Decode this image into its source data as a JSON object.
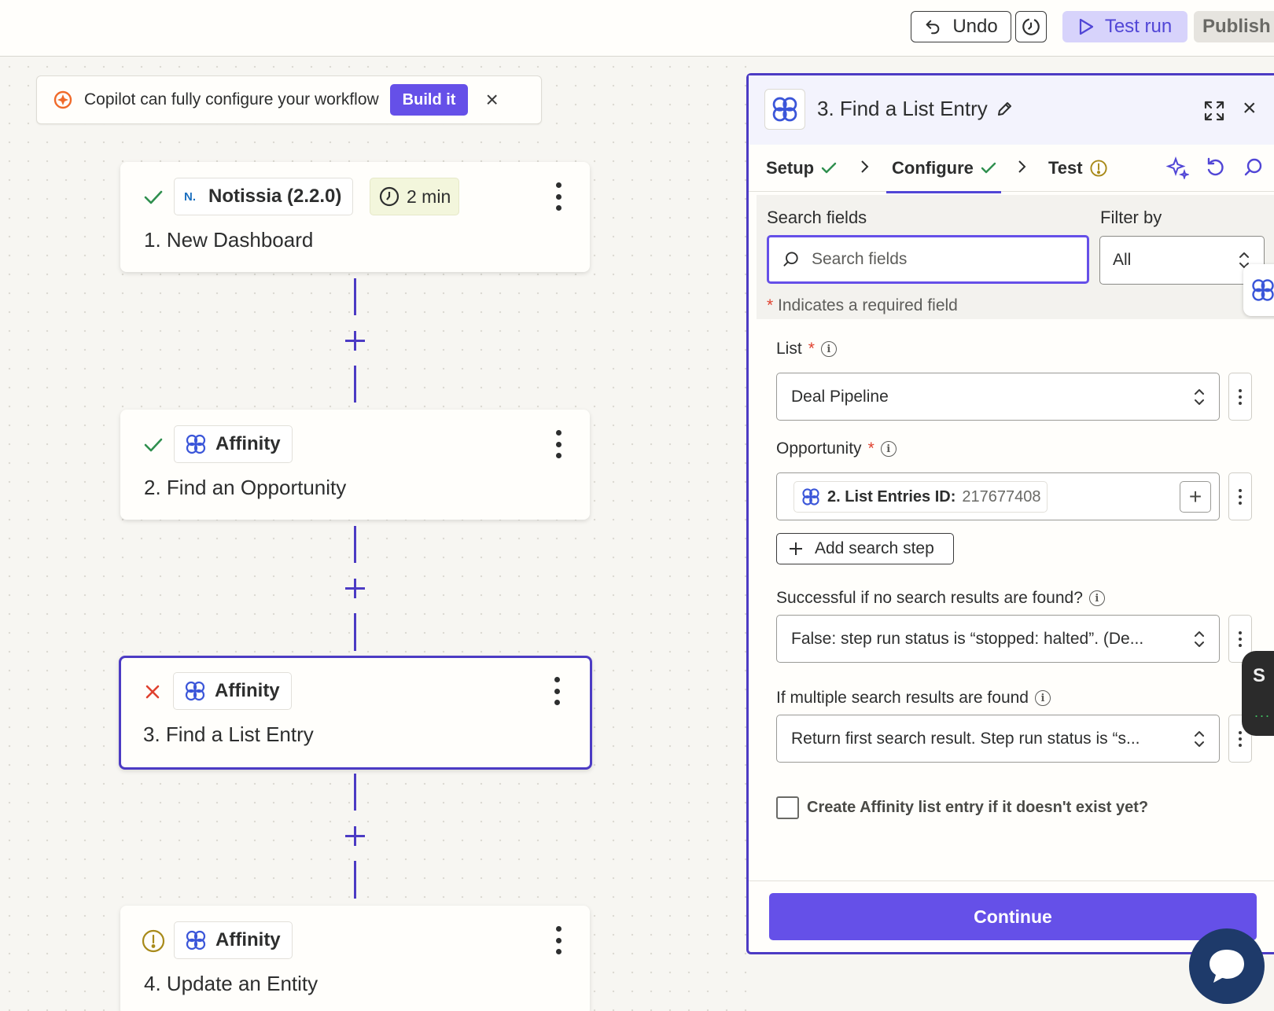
{
  "topbar": {
    "undo_label": "Undo",
    "test_run_label": "Test run",
    "publish_label": "Publish"
  },
  "copilot": {
    "text": "Copilot can fully configure your workflow",
    "build_label": "Build it"
  },
  "steps": [
    {
      "status": "success",
      "app": "Notissia (2.2.0)",
      "app_logo_text": "N.",
      "time": "2 min",
      "title": "1. New Dashboard"
    },
    {
      "status": "success",
      "app": "Affinity",
      "title": "2. Find an Opportunity"
    },
    {
      "status": "error",
      "app": "Affinity",
      "title": "3. Find a List Entry"
    },
    {
      "status": "warning",
      "app": "Affinity",
      "title": "4. Update an Entity"
    }
  ],
  "panel": {
    "title": "3. Find a List Entry",
    "tabs": [
      {
        "label": "Setup",
        "state": "complete"
      },
      {
        "label": "Configure",
        "state": "complete"
      },
      {
        "label": "Test",
        "state": "warning"
      }
    ],
    "search_fields_label": "Search fields",
    "search_placeholder": "Search fields",
    "filter_by_label": "Filter by",
    "filter_value": "All",
    "required_note": "Indicates a required field",
    "required_mark": "*",
    "fields": {
      "list": {
        "label": "List",
        "value": "Deal Pipeline"
      },
      "opportunity": {
        "label": "Opportunity",
        "token_label": "2. List Entries ID:",
        "token_value": "217677408"
      },
      "add_search_step": "Add search step",
      "no_results": {
        "label": "Successful if no search results are found?",
        "value": "False: step run status is “stopped: halted”. (De..."
      },
      "multiple_results": {
        "label": "If multiple search results are found",
        "value": "Return first search result. Step run status is “s..."
      },
      "create_entry": {
        "label": "Create Affinity list entry if it doesn't exist yet?",
        "checked": false
      }
    },
    "continue_label": "Continue"
  },
  "colors": {
    "accent": "#6550e8",
    "selected_border": "#4c3bc4",
    "success": "#2f8f4e",
    "error": "#e0412f",
    "warning": "#a88a1a"
  },
  "floating": {
    "side_letter": "S",
    "side_dots": "..."
  }
}
